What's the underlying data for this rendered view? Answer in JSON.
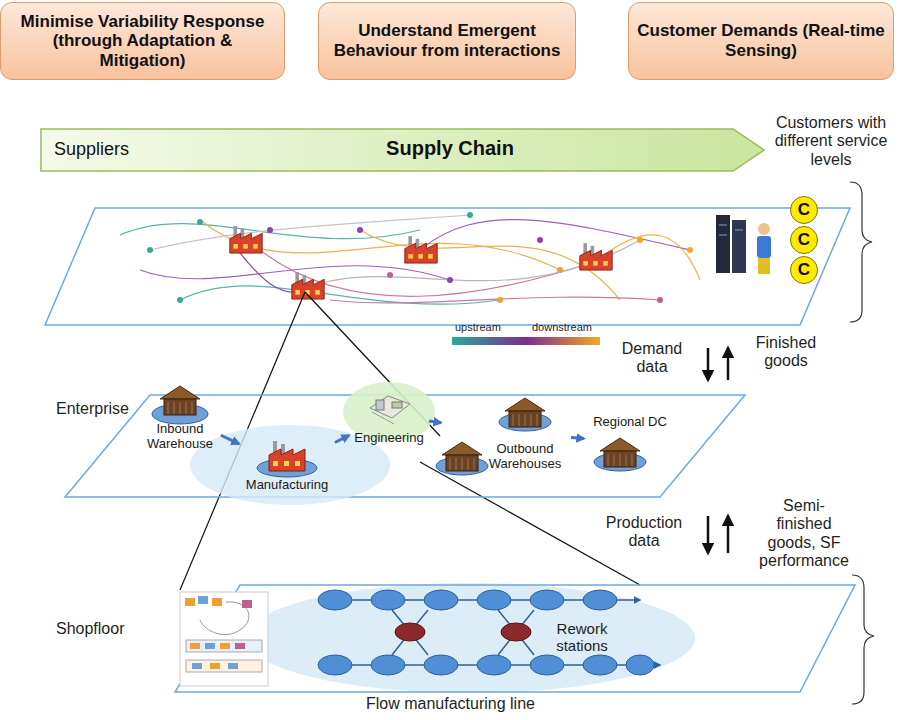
{
  "diagram": {
    "nodes": [
      {
        "text": [
          "Minimise Variability Response (through Adaptation & Mitigation)"
        ]
      },
      {
        "text": [
          "Understand Emergent Behaviour from interactions"
        ]
      },
      {
        "text": [
          "Customer Demands (Real-time Sensing)"
        ]
      },
      {
        "text": [
          "Suppliers",
          "Supply Chain"
        ]
      },
      {
        "text": [
          "C"
        ]
      },
      {
        "text": [
          "C"
        ]
      },
      {
        "text": [
          "C"
        ]
      },
      {
        "text": [
          "Inbound Warehouse"
        ]
      },
      {
        "text": [
          "Manufacturing"
        ]
      },
      {
        "text": [
          "Engineering"
        ]
      },
      {
        "text": [
          "Outbound Warehouses"
        ]
      },
      {
        "text": [
          "Regional DC"
        ]
      }
    ],
    "edges": [
      {
        "from": 7,
        "to": 8,
        "arrow": "to"
      },
      {
        "from": 8,
        "to": 9,
        "arrow": "to"
      },
      {
        "from": 9,
        "to": 10,
        "arrow": "to"
      },
      {
        "from": 10,
        "to": 11,
        "arrow": "to"
      }
    ],
    "labels": [
      "Customers with different service levels",
      "upstream",
      "downstream",
      "Demand data",
      "Finished goods",
      "Enterprise",
      "Production data",
      "Semi-finished goods, SF performance",
      "Shopfloor",
      "Rework stations",
      "Flow manufacturing line"
    ]
  }
}
